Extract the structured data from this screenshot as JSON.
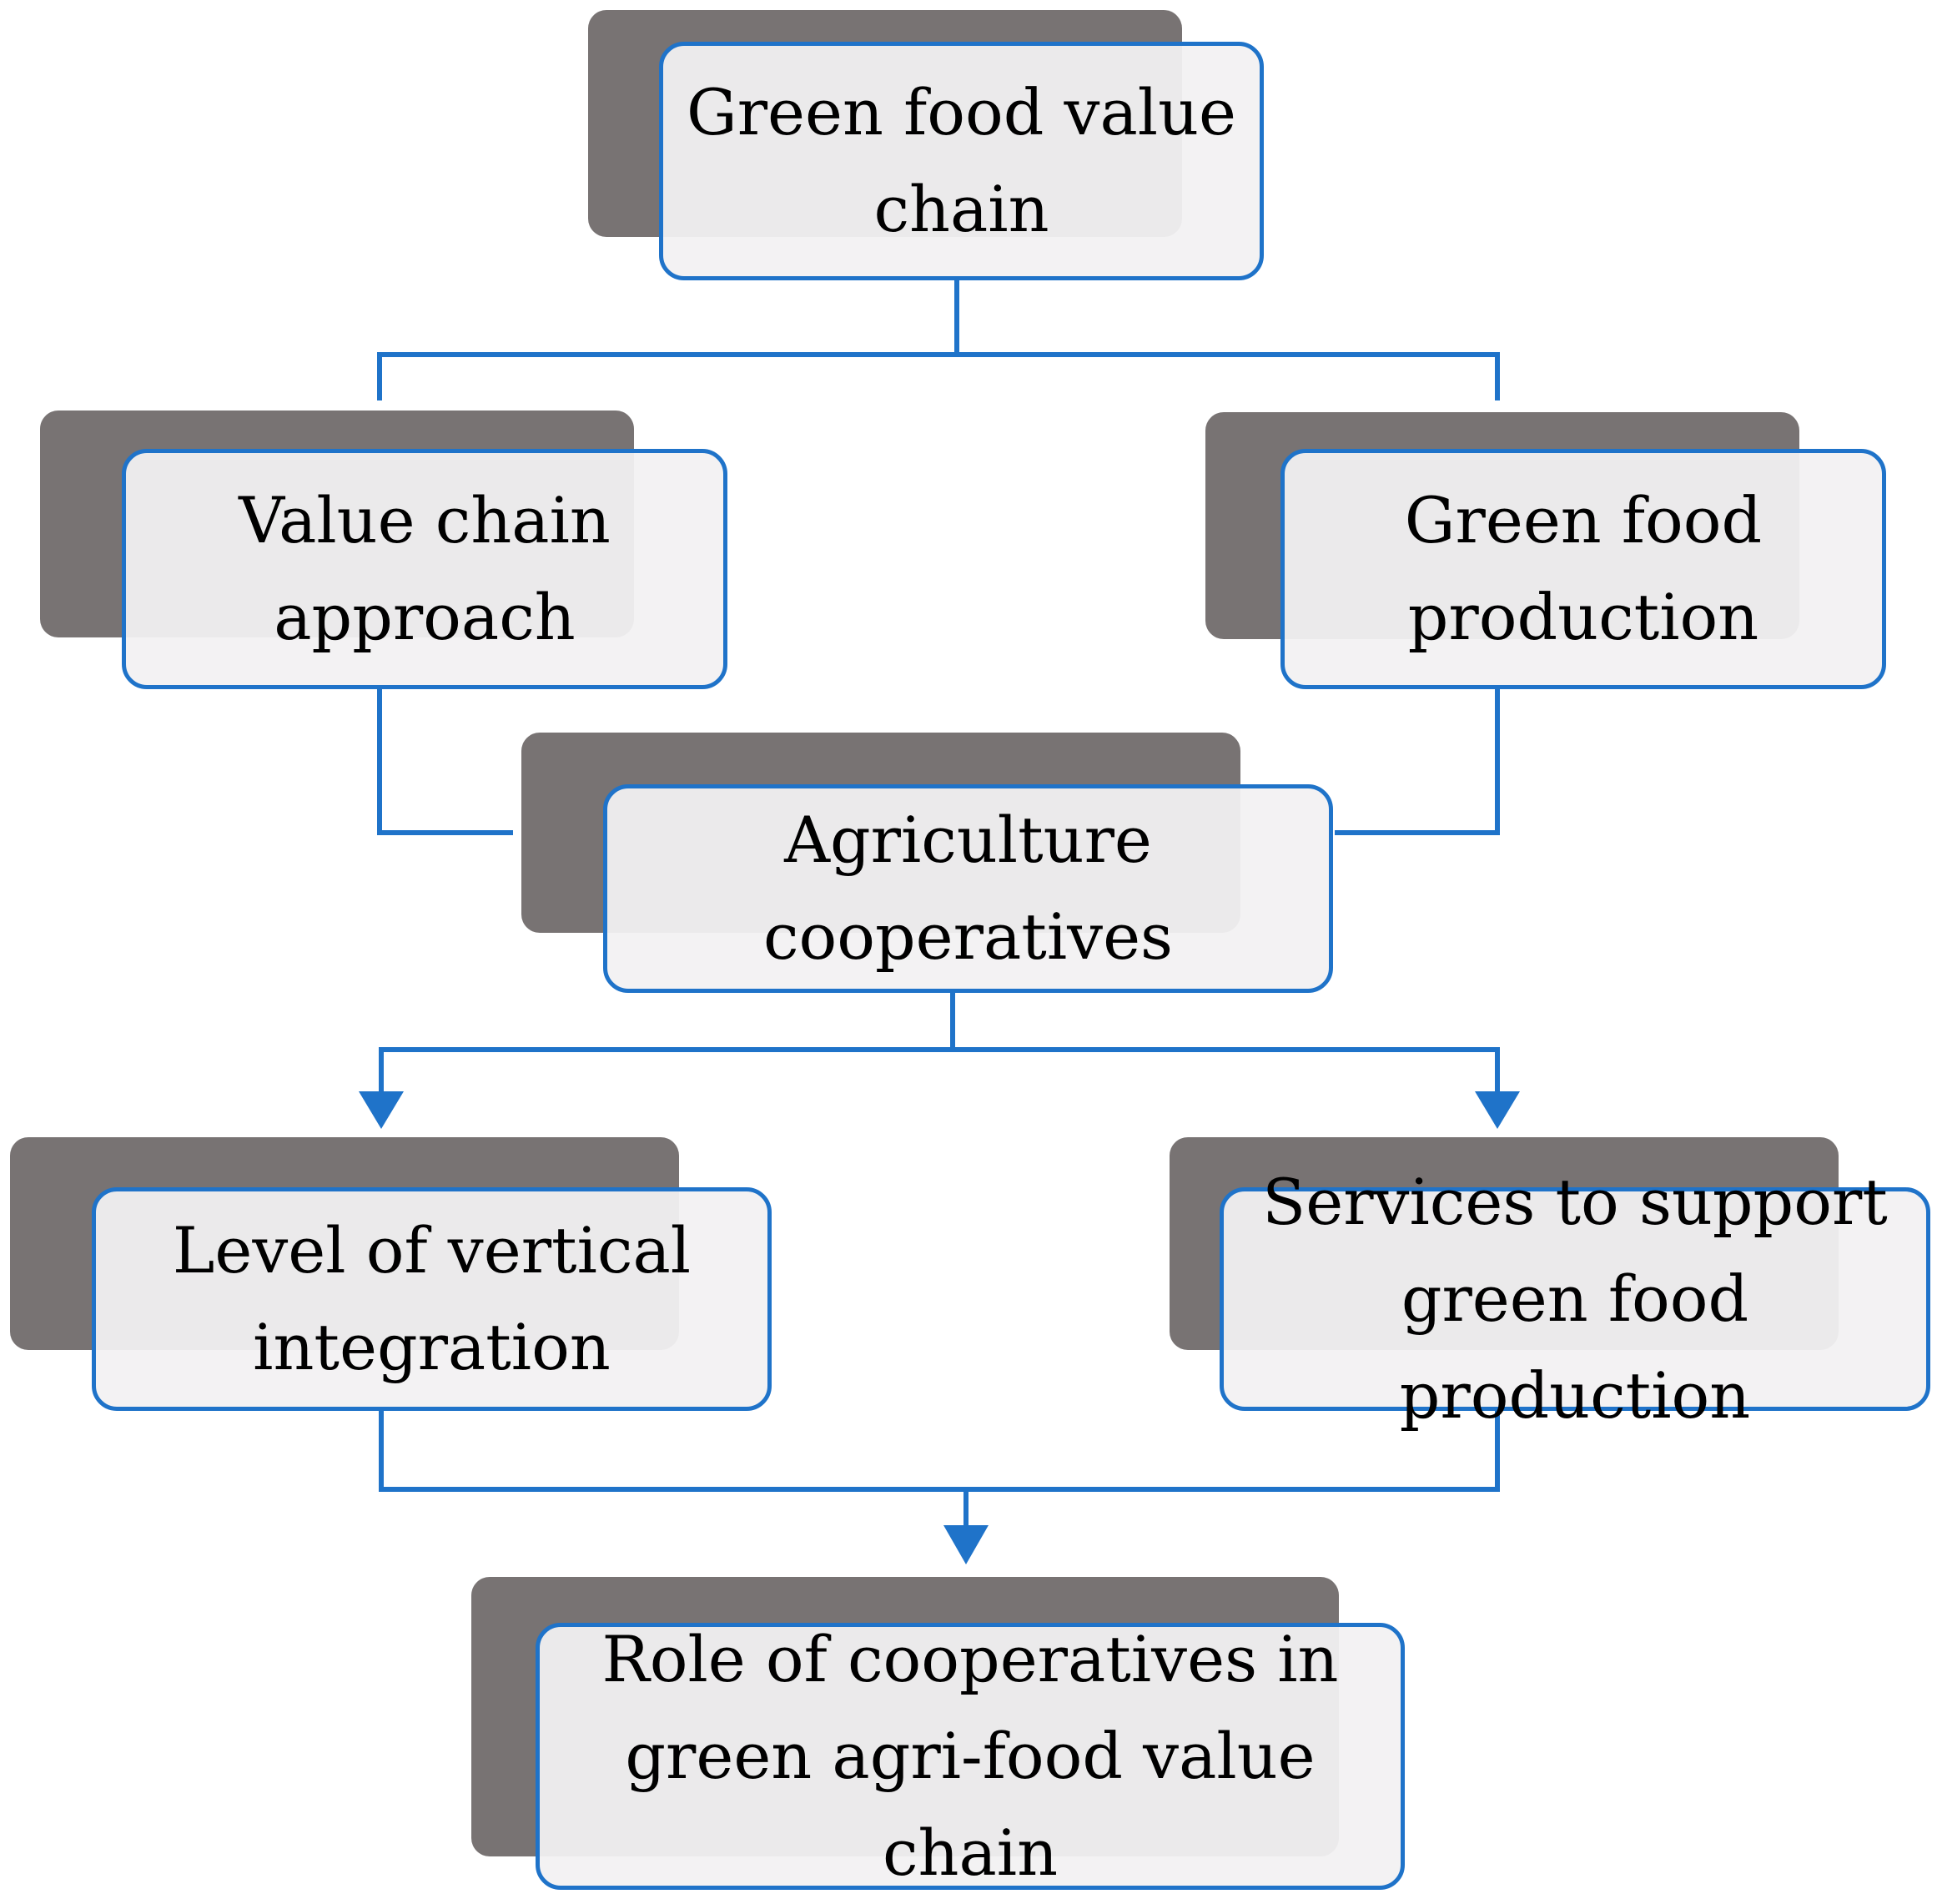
{
  "colors": {
    "connector": "#1f73c9",
    "box_border": "#1f73c9",
    "box_fill": "#f2f1f2",
    "shadow": "#787373",
    "text": "#000000"
  },
  "nodes": {
    "green_food_value_chain": {
      "label": "Green food value\nchain"
    },
    "value_chain_approach": {
      "label": "Value chain\napproach"
    },
    "green_food_production": {
      "label": "Green food\nproduction"
    },
    "agriculture_cooperatives": {
      "label": "Agriculture\ncooperatives"
    },
    "level_of_vertical_integration": {
      "label": "Level of vertical\nintegration"
    },
    "services_to_support": {
      "label": "Services to support\ngreen food production"
    },
    "role_of_cooperatives": {
      "label": "Role of cooperatives in\ngreen agri-food value chain"
    }
  }
}
